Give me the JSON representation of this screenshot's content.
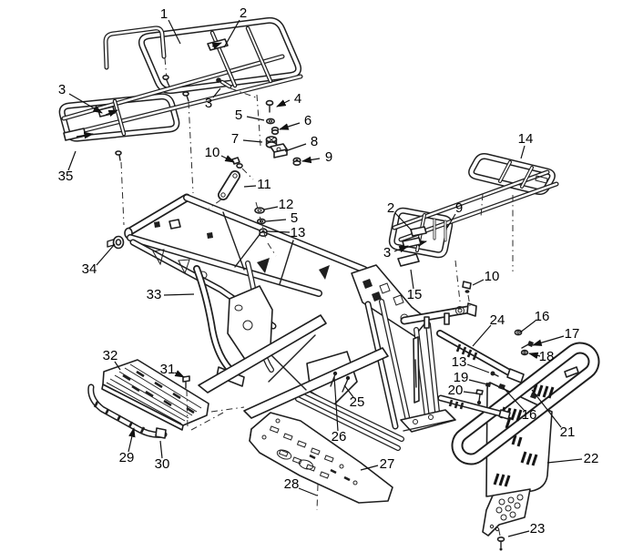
{
  "figure": {
    "background": "#ffffff",
    "line_color": "#1f1f1f",
    "type": "exploded-parts-diagram"
  },
  "callouts": [
    {
      "label": "1"
    },
    {
      "label": "2"
    },
    {
      "label": "3"
    },
    {
      "label": "3"
    },
    {
      "label": "4"
    },
    {
      "label": "5"
    },
    {
      "label": "6"
    },
    {
      "label": "7"
    },
    {
      "label": "8"
    },
    {
      "label": "9"
    },
    {
      "label": "10"
    },
    {
      "label": "11"
    },
    {
      "label": "12"
    },
    {
      "label": "5"
    },
    {
      "label": "13"
    },
    {
      "label": "14"
    },
    {
      "label": "2"
    },
    {
      "label": "9"
    },
    {
      "label": "3"
    },
    {
      "label": "15"
    },
    {
      "label": "10"
    },
    {
      "label": "34"
    },
    {
      "label": "33"
    },
    {
      "label": "32"
    },
    {
      "label": "31"
    },
    {
      "label": "29"
    },
    {
      "label": "30"
    },
    {
      "label": "25"
    },
    {
      "label": "26"
    },
    {
      "label": "27"
    },
    {
      "label": "28"
    },
    {
      "label": "24"
    },
    {
      "label": "16"
    },
    {
      "label": "17"
    },
    {
      "label": "18"
    },
    {
      "label": "13"
    },
    {
      "label": "19"
    },
    {
      "label": "20"
    },
    {
      "label": "16"
    },
    {
      "label": "21"
    },
    {
      "label": "22"
    },
    {
      "label": "23"
    },
    {
      "label": "35"
    }
  ]
}
